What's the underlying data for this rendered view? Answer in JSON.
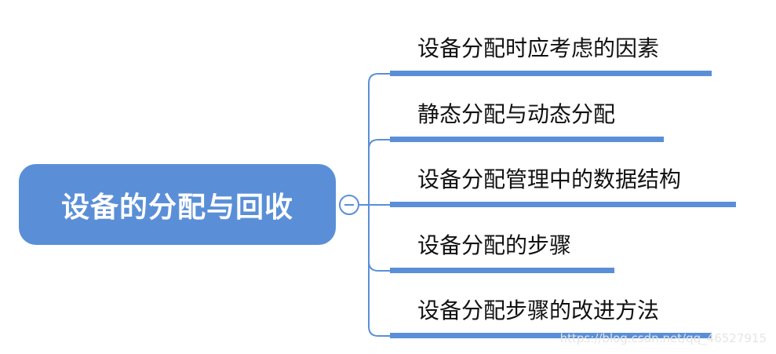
{
  "root": {
    "label": "设备的分配与回收"
  },
  "branches": [
    {
      "label": "设备分配时应考虑的因素"
    },
    {
      "label": "静态分配与动态分配"
    },
    {
      "label": "设备分配管理中的数据结构"
    },
    {
      "label": "设备分配的步骤"
    },
    {
      "label": "设备分配步骤的改进方法"
    }
  ],
  "toggle": {
    "icon": "minus-circle-icon"
  },
  "watermark": {
    "text": "https://blog.csdn.net/qq_46527915"
  },
  "colors": {
    "accent": "#5a8fd8",
    "text": "#111111",
    "background": "#ffffff"
  }
}
